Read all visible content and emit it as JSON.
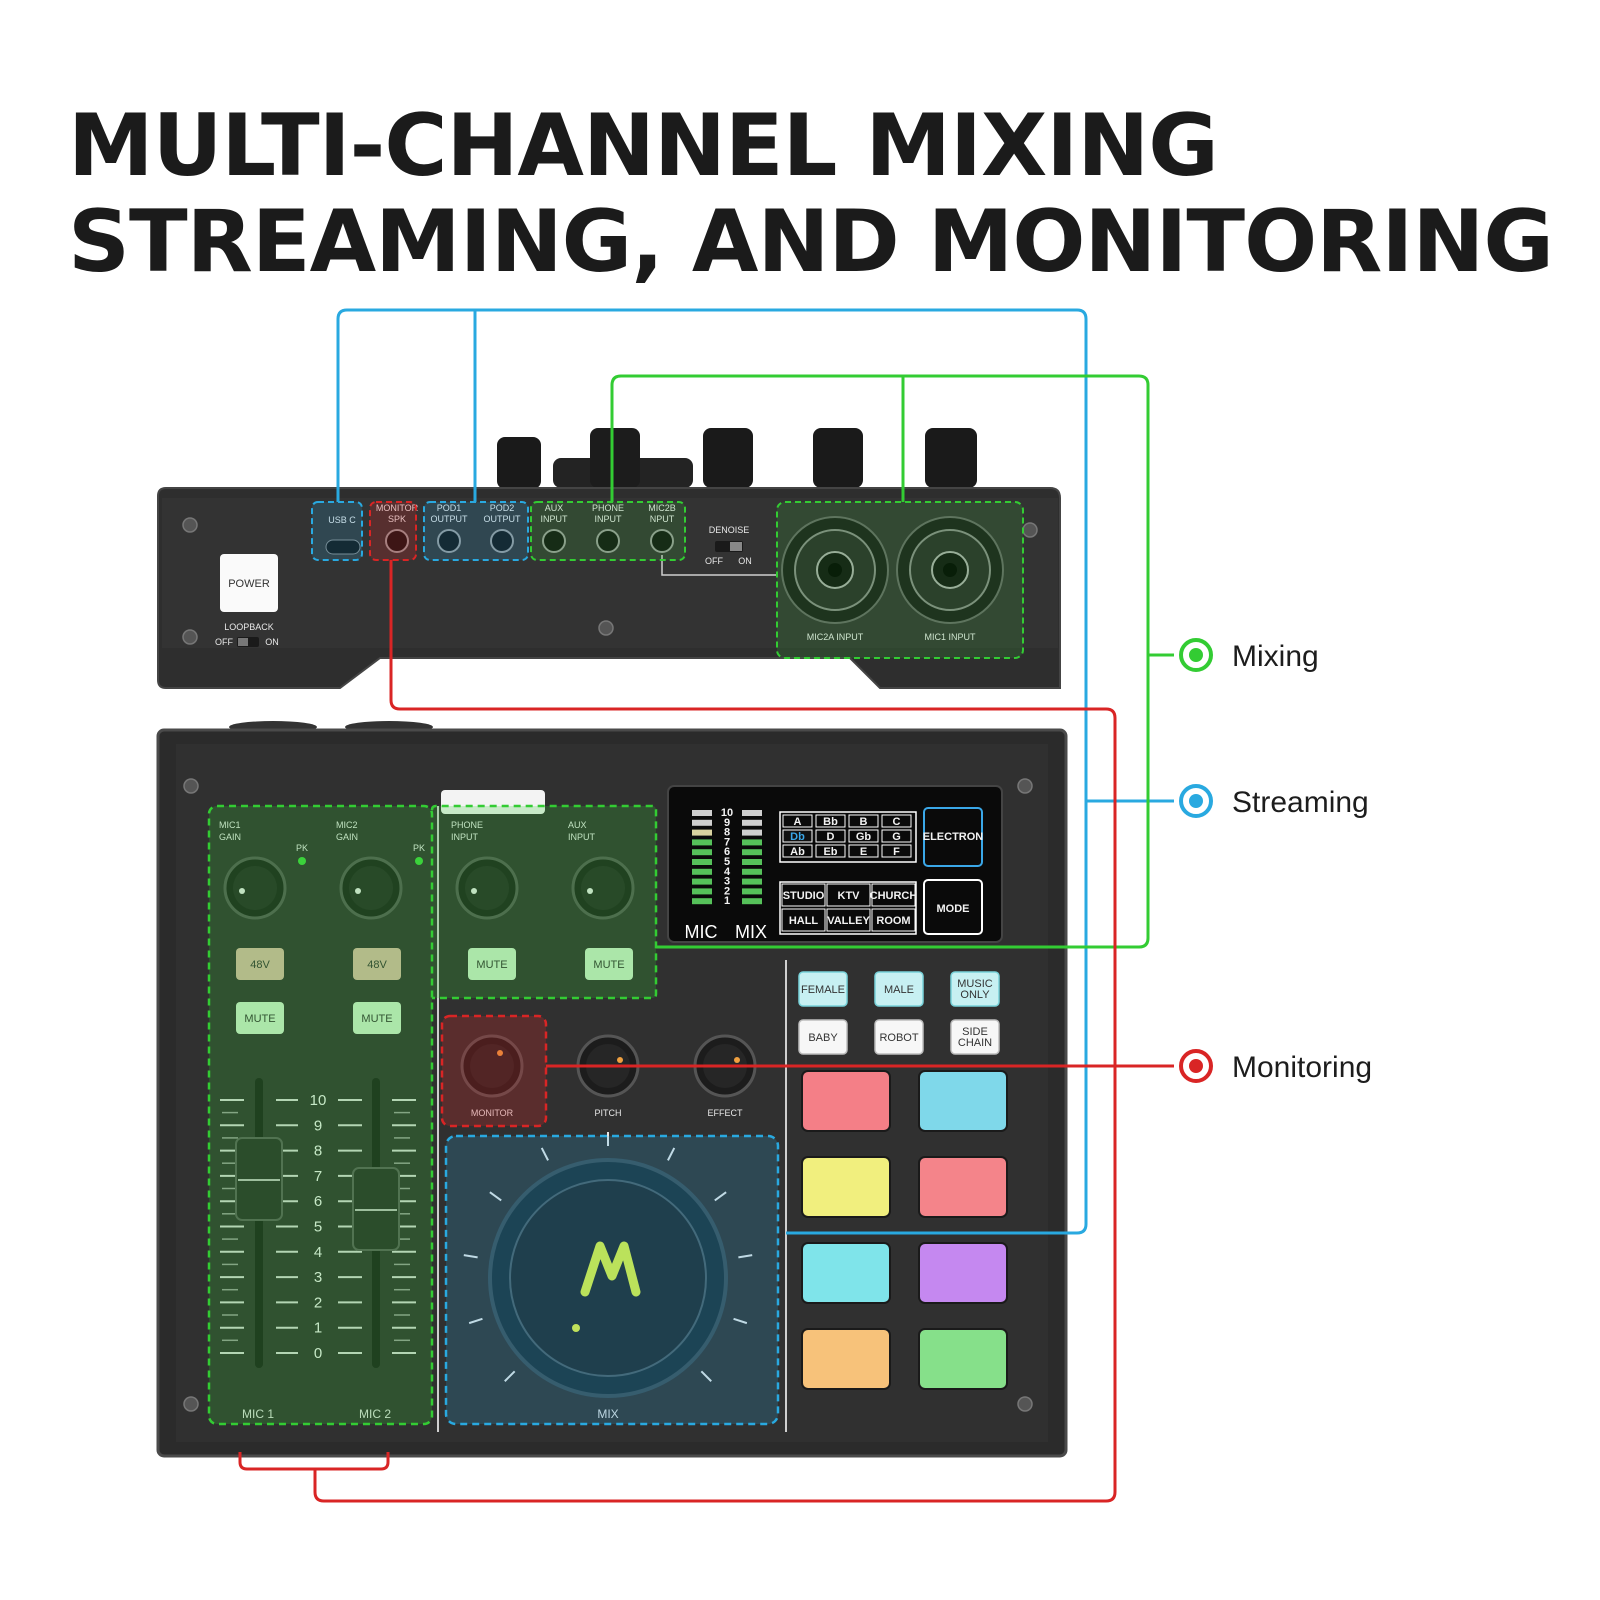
{
  "title": {
    "line1": "MULTI-CHANNEL MIXING",
    "line2": "STREAMING, AND MONITORING"
  },
  "legend": [
    {
      "label": "Mixing",
      "color": "#33cc33"
    },
    {
      "label": "Streaming",
      "color": "#29a9e0"
    },
    {
      "label": "Monitoring",
      "color": "#d92525"
    }
  ],
  "rear_panel": {
    "power_label": "POWER",
    "loopback_label": "LOOPBACK",
    "off": "OFF",
    "on": "ON",
    "usb_c": "USB C",
    "monitor_spk": [
      "MONITOR",
      "SPK"
    ],
    "pod1_output": [
      "POD1",
      "OUTPUT"
    ],
    "pod2_output": [
      "POD2",
      "OUTPUT"
    ],
    "aux_input": [
      "AUX",
      "INPUT"
    ],
    "phone_input": [
      "PHONE",
      "INPUT"
    ],
    "mic2b_input": [
      "MIC2B",
      "NPUT"
    ],
    "denoise": "DENOISE",
    "mic2a_input": "MIC2A  INPUT",
    "mic1_input": "MIC1  INPUT"
  },
  "front_panel": {
    "mic1_gain": [
      "MIC1",
      "GAIN"
    ],
    "mic2_gain": [
      "MIC2",
      "GAIN"
    ],
    "pk": "PK",
    "phone_input": [
      "PHONE",
      "INPUT"
    ],
    "aux_input": [
      "AUX",
      "INPUT"
    ],
    "phantom": "48V",
    "mute": "MUTE",
    "fader_scale": [
      "10",
      "9",
      "8",
      "7",
      "6",
      "5",
      "4",
      "3",
      "2",
      "1",
      "0"
    ],
    "mic1": "MIC 1",
    "mic2": "MIC 2",
    "monitor": "MONITOR",
    "pitch": "PITCH",
    "effect": "EFFECT",
    "mix": "MIX",
    "screen": {
      "meter_mic": "MIC",
      "meter_mix": "MIX",
      "meter_scale": [
        "10",
        "9",
        "8",
        "7",
        "6",
        "5",
        "4",
        "3",
        "2",
        "1"
      ],
      "keys": [
        [
          "A",
          "Bb",
          "B",
          "C"
        ],
        [
          "Db",
          "D",
          "Gb",
          "G"
        ],
        [
          "Ab",
          "Eb",
          "E",
          "F"
        ]
      ],
      "electron": "ELECTRON",
      "reverbs": [
        [
          "STUDIO",
          "KTV",
          "CHURCH"
        ],
        [
          "HALL",
          "VALLEY",
          "ROOM"
        ]
      ],
      "mode": "MODE"
    },
    "voice_buttons": [
      [
        "FEMALE",
        "MALE",
        "MUSIC ONLY"
      ],
      [
        "BABY",
        "ROBOT",
        "SIDE CHAIN"
      ]
    ],
    "pad_colors": [
      "#f47f87",
      "#7fd8ea",
      "#f1ef7e",
      "#f4848a",
      "#7fe4ea",
      "#c588f0",
      "#f7c27a",
      "#86e08a"
    ]
  }
}
